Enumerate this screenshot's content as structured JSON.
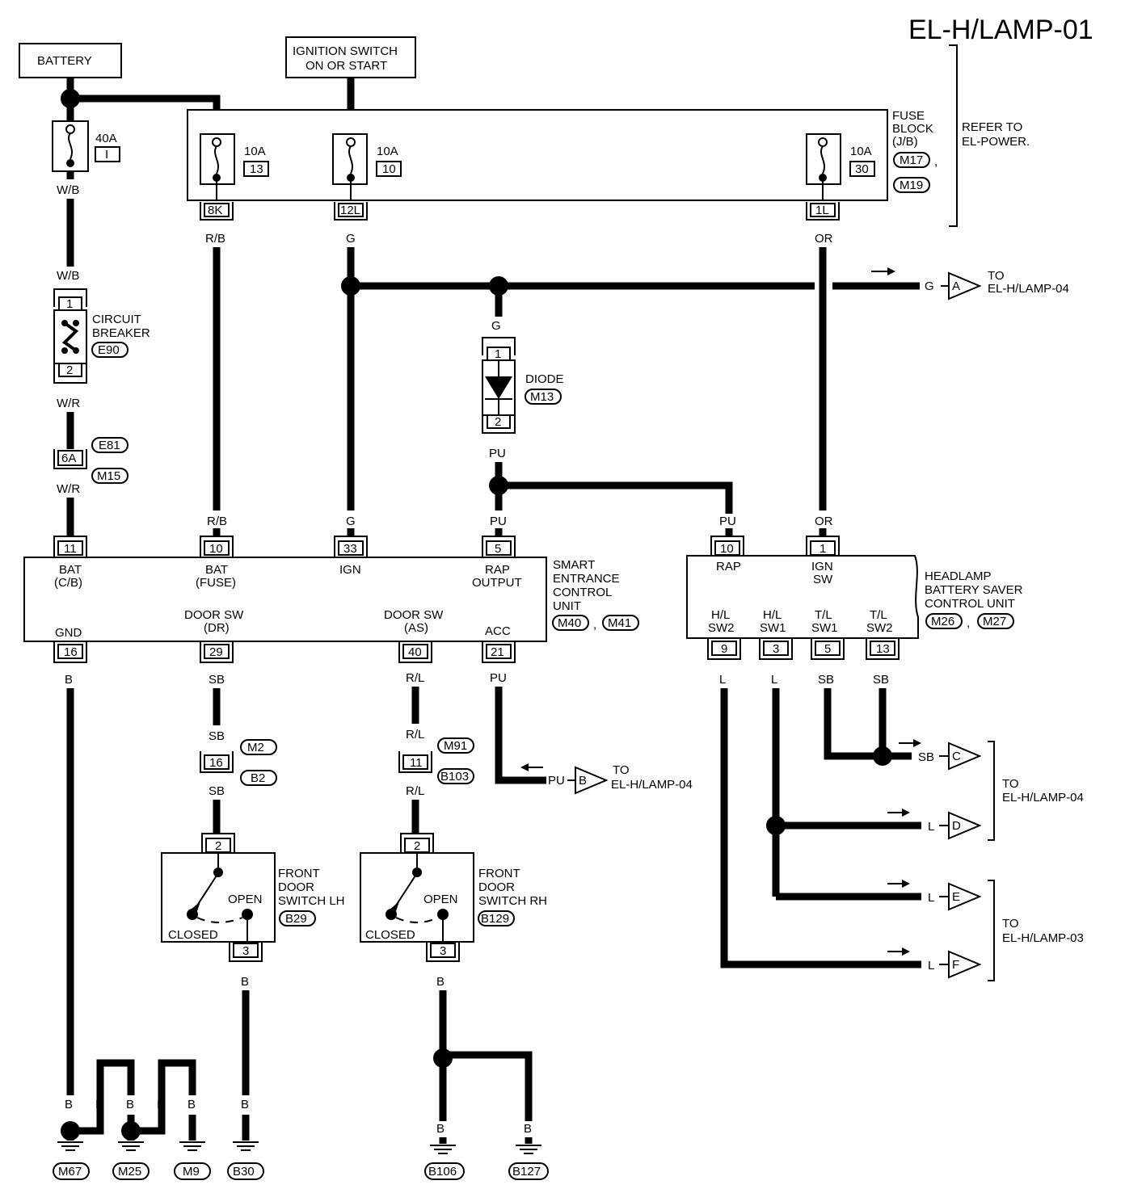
{
  "title": "EL-H/LAMP-01",
  "sources": {
    "battery": "BATTERY",
    "ign1": "IGNITION SWITCH",
    "ign2": "ON OR START"
  },
  "fuse_block": {
    "l1": "FUSE",
    "l2": "BLOCK",
    "l3": "(J/B)",
    "c1": "M17",
    "c2": "M19",
    "sep": ",",
    "refer1": "REFER TO",
    "refer2": "EL-POWER."
  },
  "fuses": {
    "main_amp": "40A",
    "main_no": "I",
    "f13_amp": "10A",
    "f13_no": "13",
    "f10_amp": "10A",
    "f10_no": "10",
    "f30_amp": "10A",
    "f30_no": "30"
  },
  "fb_terms": {
    "t8k": "8K",
    "t12l": "12L",
    "t1l": "1L"
  },
  "wires": {
    "wb": "W/B",
    "wr": "W/R",
    "rb": "R/B",
    "g": "G",
    "or": "OR",
    "pu": "PU",
    "b": "B",
    "sb": "SB",
    "rl": "R/L",
    "l": "L"
  },
  "circuit_breaker": {
    "l1": "CIRCUIT",
    "l2": "BREAKER",
    "conn": "E90",
    "p1": "1",
    "p2": "2"
  },
  "joint_6a": {
    "pin": "6A",
    "c1": "E81",
    "c2": "M15"
  },
  "diode": {
    "label": "DIODE",
    "conn": "M13",
    "p1": "1",
    "p2": "2"
  },
  "secu": {
    "name1": "SMART",
    "name2": "ENTRANCE",
    "name3": "CONTROL",
    "name4": "UNIT",
    "c1": "M40",
    "c2": "M41",
    "sep": ",",
    "pins": {
      "p11": "11",
      "p10": "10",
      "p33": "33",
      "p5": "5",
      "p16": "16",
      "p29": "29",
      "p40": "40",
      "p21": "21"
    },
    "labels": {
      "bat_cb1": "BAT",
      "bat_cb2": "(C/B)",
      "bat_fuse1": "BAT",
      "bat_fuse2": "(FUSE)",
      "ign": "IGN",
      "rap1": "RAP",
      "rap2": "OUTPUT",
      "gnd": "GND",
      "dsw_dr1": "DOOR SW",
      "dsw_dr2": "(DR)",
      "dsw_as1": "DOOR SW",
      "dsw_as2": "(AS)",
      "acc": "ACC"
    }
  },
  "hbs": {
    "name1": "HEADLAMP",
    "name2": "BATTERY SAVER",
    "name3": "CONTROL UNIT",
    "c1": "M26",
    "c2": "M27",
    "sep": ",",
    "pins": {
      "p10": "10",
      "p1": "1",
      "p9": "9",
      "p3": "3",
      "p5": "5",
      "p13": "13"
    },
    "labels": {
      "rap": "RAP",
      "ign1": "IGN",
      "ign2": "SW",
      "hl2a": "H/L",
      "hl2b": "SW2",
      "hl1a": "H/L",
      "hl1b": "SW1",
      "tl1a": "T/L",
      "tl1b": "SW1",
      "tl2a": "T/L",
      "tl2b": "SW2"
    }
  },
  "joints": {
    "j16": "16",
    "j11": "11",
    "c_m2": "M2",
    "c_b2": "B2",
    "c_m91": "M91",
    "c_b103": "B103"
  },
  "door_lh": {
    "l1": "FRONT",
    "l2": "DOOR",
    "l3": "SWITCH LH",
    "conn": "B29",
    "open": "OPEN",
    "closed": "CLOSED",
    "p2": "2",
    "p3": "3"
  },
  "door_rh": {
    "l1": "FRONT",
    "l2": "DOOR",
    "l3": "SWITCH RH",
    "conn": "B129",
    "open": "OPEN",
    "closed": "CLOSED",
    "p2": "2",
    "p3": "3"
  },
  "arrows": {
    "a": "A",
    "b": "B",
    "c": "C",
    "d": "D",
    "e": "E",
    "f": "F",
    "to": "TO",
    "lamp04": "EL-H/LAMP-04",
    "lamp03": "EL-H/LAMP-03"
  },
  "grounds": {
    "g1": "M67",
    "g2": "M25",
    "g3": "M9",
    "g4": "B30",
    "g5": "B106",
    "g6": "B127"
  }
}
